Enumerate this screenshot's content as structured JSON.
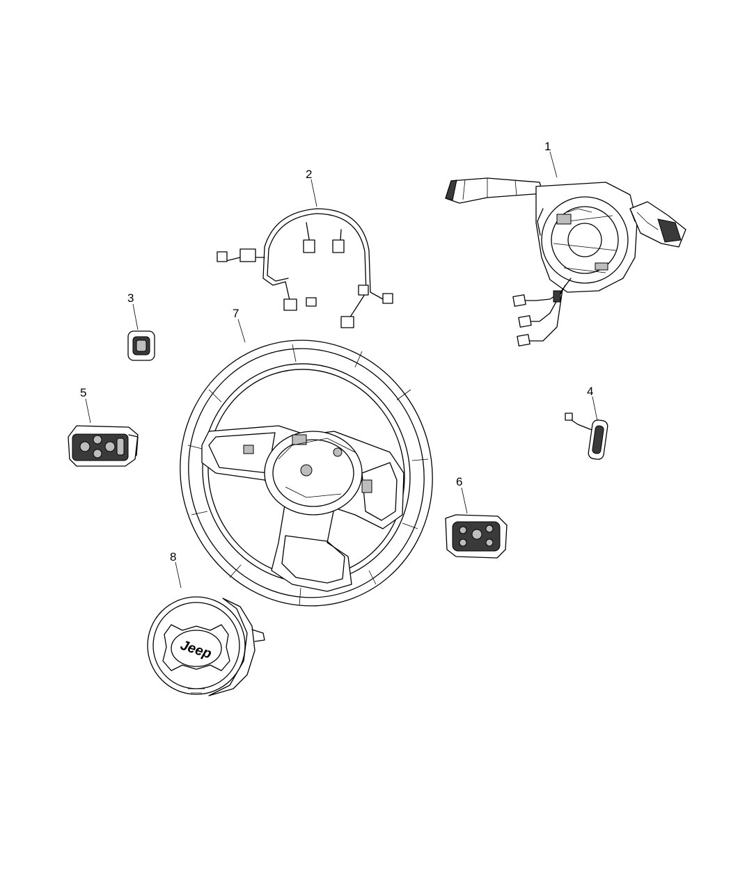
{
  "callouts": {
    "c1": "1",
    "c2": "2",
    "c3": "3",
    "c4": "4",
    "c5": "5",
    "c6": "6",
    "c7": "7",
    "c8": "8"
  },
  "airbag_logo": "Jeep"
}
